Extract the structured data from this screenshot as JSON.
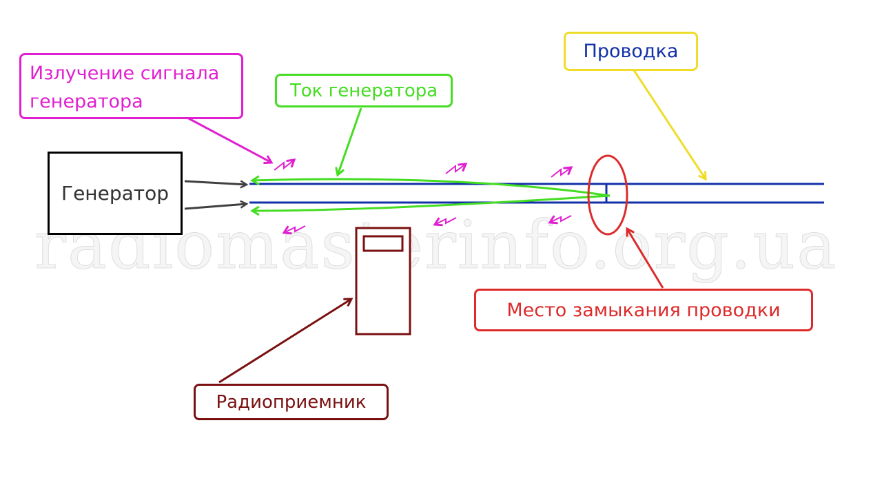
{
  "labels": {
    "generator": "Генератор",
    "emission": "Излучение сигнала\nгенератора",
    "current": "Ток генератора",
    "wiring": "Проводка",
    "short_point": "Место замыкания проводки",
    "radio": "Радиоприемник"
  },
  "watermark": "radiomasterinfo.org.ua",
  "colors": {
    "emission": "#e020d0",
    "current": "#44dd22",
    "wiring_label": "#f0dc2a",
    "wire": "#1230a8",
    "short_point": "#dd2a2a",
    "radio": "#7a1010",
    "generator_arrows": "#404040"
  }
}
